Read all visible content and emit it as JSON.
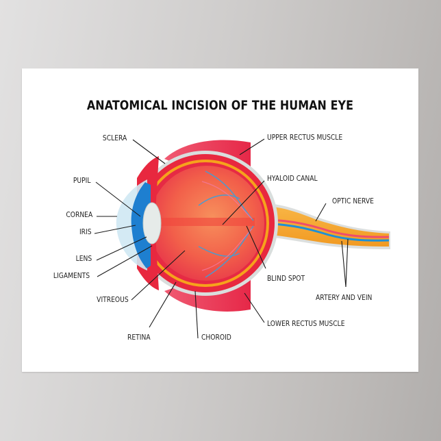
{
  "poster": {
    "title": "ANATOMICAL INCISION OF THE HUMAN EYE",
    "labels_left": [
      {
        "id": "sclera",
        "text": "SCLERA"
      },
      {
        "id": "pupil",
        "text": "PUPIL"
      },
      {
        "id": "cornea",
        "text": "CORNEA"
      },
      {
        "id": "iris",
        "text": "IRIS"
      },
      {
        "id": "lens",
        "text": "LENS"
      },
      {
        "id": "ligaments",
        "text": "LIGAMENTS"
      },
      {
        "id": "vitreous",
        "text": "VITREOUS"
      }
    ],
    "labels_bottom": [
      {
        "id": "retina",
        "text": "RETINA"
      },
      {
        "id": "choroid",
        "text": "CHOROID"
      }
    ],
    "labels_right": [
      {
        "id": "upper-rectus-muscle",
        "text": "UPPER RECTUS MUSCLE"
      },
      {
        "id": "hyaloid-canal",
        "text": "HYALOID CANAL"
      },
      {
        "id": "optic-nerve",
        "text": "OPTIC NERVE"
      },
      {
        "id": "blind-spot",
        "text": "BLIND SPOT"
      },
      {
        "id": "artery-and-vein",
        "text": "ARTERY AND VEIN"
      },
      {
        "id": "lower-rectus-muscle",
        "text": "LOWER RECTUS MUSCLE"
      }
    ]
  },
  "colors": {
    "sclera": "#d9dedd",
    "eyeball_red": "#e8283f",
    "vitreous": "#f2604a",
    "choroid_orange": "#f6a21c",
    "iris_blue": "#1e7fd0",
    "cornea": "#cfe8f3",
    "nerve_orange": "#f6a733",
    "vein_blue": "#1e90d6",
    "artery_pink": "#ef4d6c"
  }
}
